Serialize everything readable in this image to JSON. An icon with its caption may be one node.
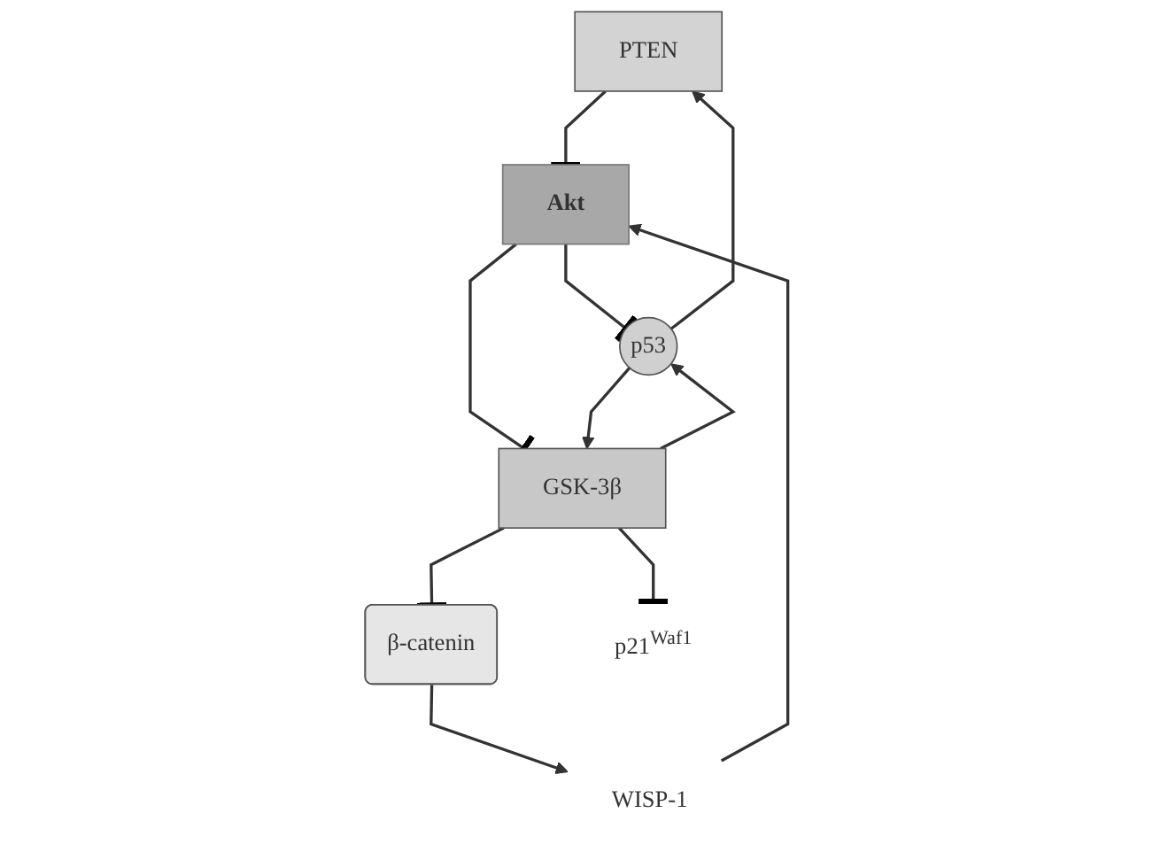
{
  "diagram": {
    "nodes": [
      {
        "text": [
          "PTEN"
        ]
      },
      {
        "text": [
          "WISP-1"
        ]
      },
      {
        "text": [
          "Akt"
        ]
      },
      {
        "text": [
          "p53"
        ]
      },
      {
        "text": [
          "GSK-3β"
        ]
      },
      {
        "text": [
          "β-catenin"
        ]
      },
      {
        "text": [
          "p21$^{Waf1}$"
        ]
      }
    ],
    "edges": [
      {
        "from": 0,
        "to": 2,
        "arrow": "other"
      },
      {
        "from": 1,
        "to": 2,
        "arrow": "to"
      },
      {
        "from": 2,
        "to": 3,
        "arrow": "other"
      },
      {
        "from": 2,
        "to": 4,
        "arrow": "other"
      },
      {
        "from": 3,
        "to": 4,
        "arrow": "to"
      },
      {
        "from": 4,
        "to": 3,
        "arrow": "to"
      },
      {
        "from": 3,
        "to": 0,
        "arrow": "to"
      },
      {
        "from": 4,
        "to": 5,
        "arrow": "other"
      },
      {
        "from": 4,
        "to": 6,
        "arrow": "other"
      },
      {
        "from": 5,
        "to": 1,
        "arrow": "to"
      }
    ]
  }
}
